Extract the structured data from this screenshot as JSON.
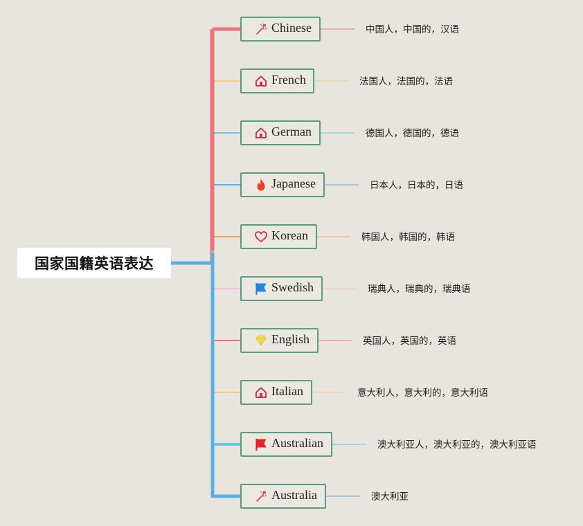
{
  "root": {
    "title": "国家国籍英语表达"
  },
  "colors": {
    "background": "#e8e5de",
    "trunk": "#5aaee3",
    "node_border": "#5d9a83",
    "branches": [
      "#ee7279",
      "#f7c97c",
      "#63c6de",
      "#5aaee3",
      "#eda366",
      "#f6bde0",
      "#ee7279",
      "#f7c97c",
      "#63c6de",
      "#5aaee3"
    ]
  },
  "nodes": [
    {
      "label": "Chinese",
      "icon": "magic-wand-icon",
      "desc": "中国人，中国的，汉语"
    },
    {
      "label": "French",
      "icon": "home-icon",
      "desc": "法国人，法国的，法语"
    },
    {
      "label": "German",
      "icon": "home-icon",
      "desc": "德国人，德国的，德语"
    },
    {
      "label": "Japanese",
      "icon": "flame-icon",
      "desc": "日本人，日本的，日语"
    },
    {
      "label": "Korean",
      "icon": "heart-icon",
      "desc": "韩国人，韩国的，韩语"
    },
    {
      "label": "Swedish",
      "icon": "blue-flag-icon",
      "desc": "瑞典人，瑞典的，瑞典语"
    },
    {
      "label": "English",
      "icon": "diamond-icon",
      "desc": "英国人，英国的，英语"
    },
    {
      "label": "Italian",
      "icon": "home-icon",
      "desc": "意大利人，意大利的，意大利语"
    },
    {
      "label": "Australian",
      "icon": "red-flag-icon",
      "desc": "澳大利亚人，澳大利亚的，澳大利亚语"
    },
    {
      "label": "Australia",
      "icon": "magic-wand-icon",
      "desc": "澳大利亚"
    }
  ]
}
